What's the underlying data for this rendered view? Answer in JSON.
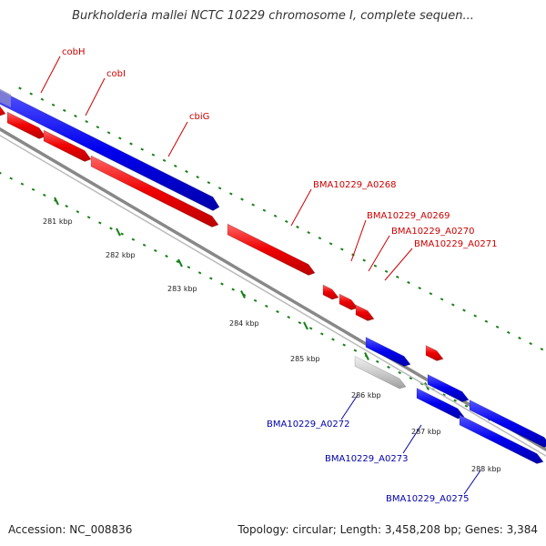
{
  "title": "Burkholderia mallei NCTC 10229 chromosome I, complete sequen...",
  "footer": {
    "accession": "Accession: NC_008836",
    "stats": "Topology: circular; Length: 3,458,208 bp; Genes: 3,384"
  },
  "colors": {
    "forward_gene": "#ff0000",
    "reverse_gene": "#0000ee",
    "pseudo_gene": "#c8c8c8",
    "label_forward": "#cc0000",
    "label_reverse": "#0000aa",
    "tick": "#1a7f1a",
    "backbone": "#888888"
  },
  "ruler_labels": [
    "281 kbp",
    "282 kbp",
    "283 kbp",
    "284 kbp",
    "285 kbp",
    "286 kbp",
    "287 kbp",
    "288 kbp"
  ],
  "gene_labels_forward": [
    "cobH",
    "cobI",
    "cbiG",
    "BMA10229_A0268",
    "BMA10229_A0269",
    "BMA10229_A0270",
    "BMA10229_A0271"
  ],
  "gene_labels_reverse": [
    "BMA10229_A0272",
    "BMA10229_A0273",
    "BMA10229_A0275"
  ]
}
